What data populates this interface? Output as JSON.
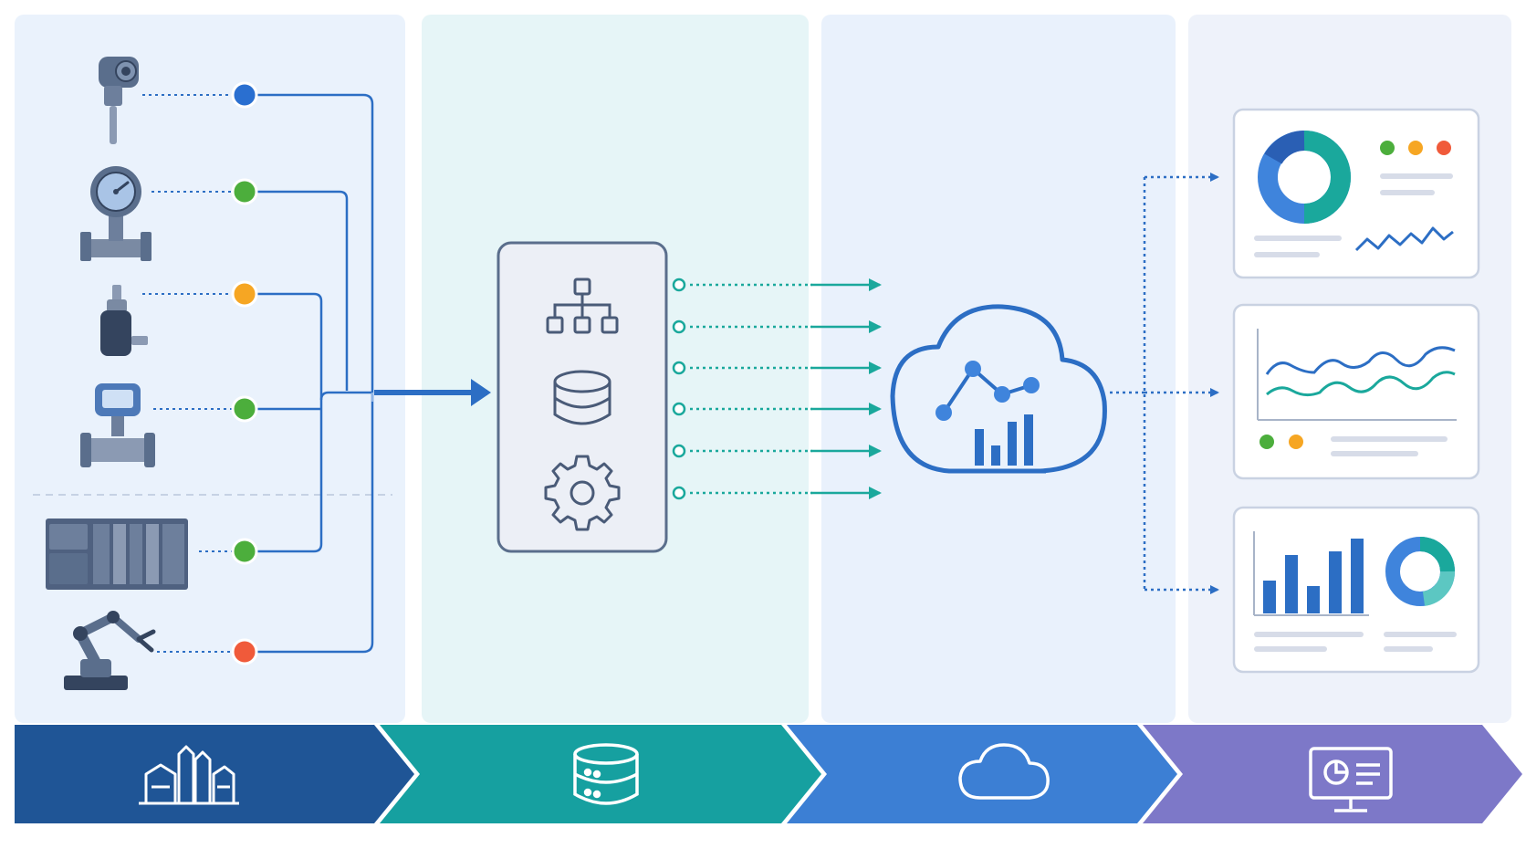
{
  "colors": {
    "page_background": "#ffffff",
    "panel_field": "#eaf2fc",
    "panel_edge": "#eef6fa",
    "panel_processing": "#e6f5f7",
    "panel_cloud": "#e9f1fc",
    "panel_dashboards": "#eef2fa",
    "line_blue": "#2c6ec4",
    "line_teal": "#1aa89c",
    "status_blue": "#2a6fd0",
    "status_green": "#4cae3c",
    "status_orange": "#f6a623",
    "status_red": "#f05a3a",
    "device_steel": "#5a6e8c",
    "band_industry": "#1f5596",
    "band_storage": "#16a0a0",
    "band_cloud": "#3c7fd4",
    "band_visualization": "#7d78c8"
  },
  "field_devices": [
    {
      "icon": "temperature-sensor-icon",
      "status": "blue"
    },
    {
      "icon": "pressure-gauge-icon",
      "status": "green"
    },
    {
      "icon": "pressure-transmitter-icon",
      "status": "orange"
    },
    {
      "icon": "flow-meter-icon",
      "status": "green"
    },
    {
      "icon": "plc-rack-icon",
      "status": "green"
    },
    {
      "icon": "robot-arm-icon",
      "status": "red"
    }
  ],
  "edge_gateway": {
    "icons": [
      "hierarchy-icon",
      "database-icon",
      "gear-icon"
    ],
    "output_streams": 6
  },
  "cloud": {
    "icon": "cloud-analytics-icon"
  },
  "dashboards": [
    {
      "icon": "donut-chart-icon",
      "status_dots": [
        "green",
        "orange",
        "red"
      ]
    },
    {
      "icon": "line-chart-icon",
      "status_dots": [
        "green",
        "orange"
      ]
    },
    {
      "icon": "bar-chart-icon",
      "status_dots": []
    }
  ],
  "stage_band": [
    {
      "icon": "factory-icon",
      "color": "#1f5596"
    },
    {
      "icon": "server-icon",
      "color": "#16a0a0"
    },
    {
      "icon": "cloud-icon",
      "color": "#3c7fd4"
    },
    {
      "icon": "monitor-dashboard-icon",
      "color": "#7d78c8"
    }
  ]
}
